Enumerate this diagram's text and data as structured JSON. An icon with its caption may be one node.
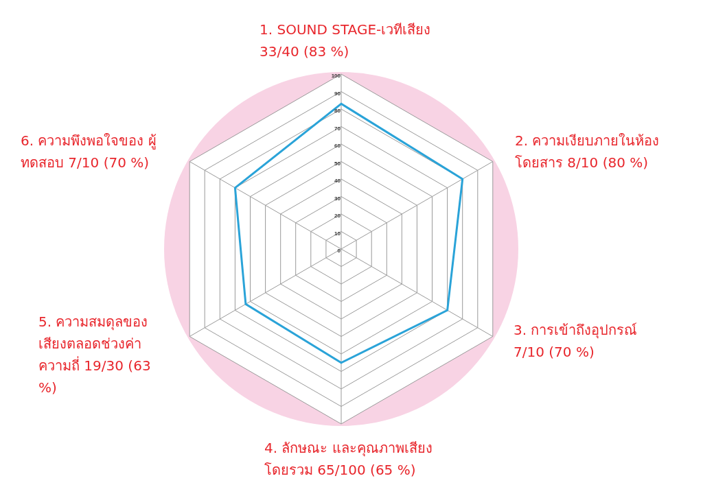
{
  "diagram": {
    "labels": [
      "1. SOUND STAGE-เวทีเสียง 33/40 (83 %)",
      "100",
      "90",
      "80",
      "70",
      "60",
      "50",
      "40",
      "30",
      "20",
      "10",
      "0",
      "6. ความพึงพอใจของ ผู้ทดสอบ 7/10 (70 %)",
      "2. ความเงียบภายในห้อง โดยสาร 8/10 (80 %)",
      "5. ความสมดุลของ เสียงตลอดช่วงค่า ความถี่ 19/30 (63 %)",
      "3. การเข้าถึงอุปกรณ์ 7/10 (70 %)",
      "4. ลักษณะ และคุณภาพเสียง โดยรวม 65/100 (65 %)"
    ]
  }
}
